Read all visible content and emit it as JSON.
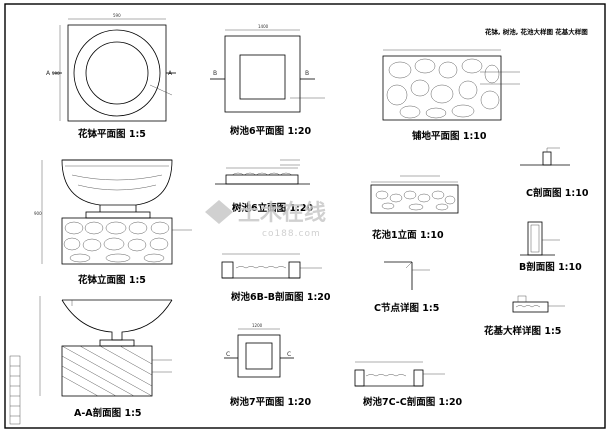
{
  "title": "花钵, 树池, 花池大样图 花基大样图",
  "drawings": [
    {
      "id": "flower-bowl-plan",
      "label": "花钵平面图",
      "scale": "1:5"
    },
    {
      "id": "tree-pit6-plan",
      "label": "树池6平面图",
      "scale": "1:20"
    },
    {
      "id": "paving-plan",
      "label": "铺地平面图",
      "scale": "1:10"
    },
    {
      "id": "flower-bowl-elevation",
      "label": "花钵立面图",
      "scale": "1:5"
    },
    {
      "id": "tree-pit6-elevation",
      "label": "树池6立面图",
      "scale": "1:20"
    },
    {
      "id": "c-section",
      "label": "C剖面图",
      "scale": "1:10"
    },
    {
      "id": "planter1-elevation",
      "label": "花池1立面",
      "scale": "1:10"
    },
    {
      "id": "b-section",
      "label": "B剖面图",
      "scale": "1:10"
    },
    {
      "id": "tree-pit6-bb-section",
      "label": "树池6B-B剖面图",
      "scale": "1:20"
    },
    {
      "id": "c-node-detail",
      "label": "C节点详图",
      "scale": "1:5"
    },
    {
      "id": "flower-base-detail",
      "label": "花基大样详图",
      "scale": "1:5"
    },
    {
      "id": "aa-section",
      "label": "A-A剖面图",
      "scale": "1:5"
    },
    {
      "id": "tree-pit7-plan",
      "label": "树池7平面图",
      "scale": "1:20"
    },
    {
      "id": "tree-pit7-cc-section",
      "label": "树池7C-C剖面图",
      "scale": "1:20"
    }
  ],
  "section_marks": {
    "a": "A",
    "b": "B",
    "c": "C"
  },
  "watermark": {
    "brand": "土木在线",
    "url": "co188.com"
  },
  "colors": {
    "line": "#000000",
    "watermark": "#c8c8c8"
  }
}
